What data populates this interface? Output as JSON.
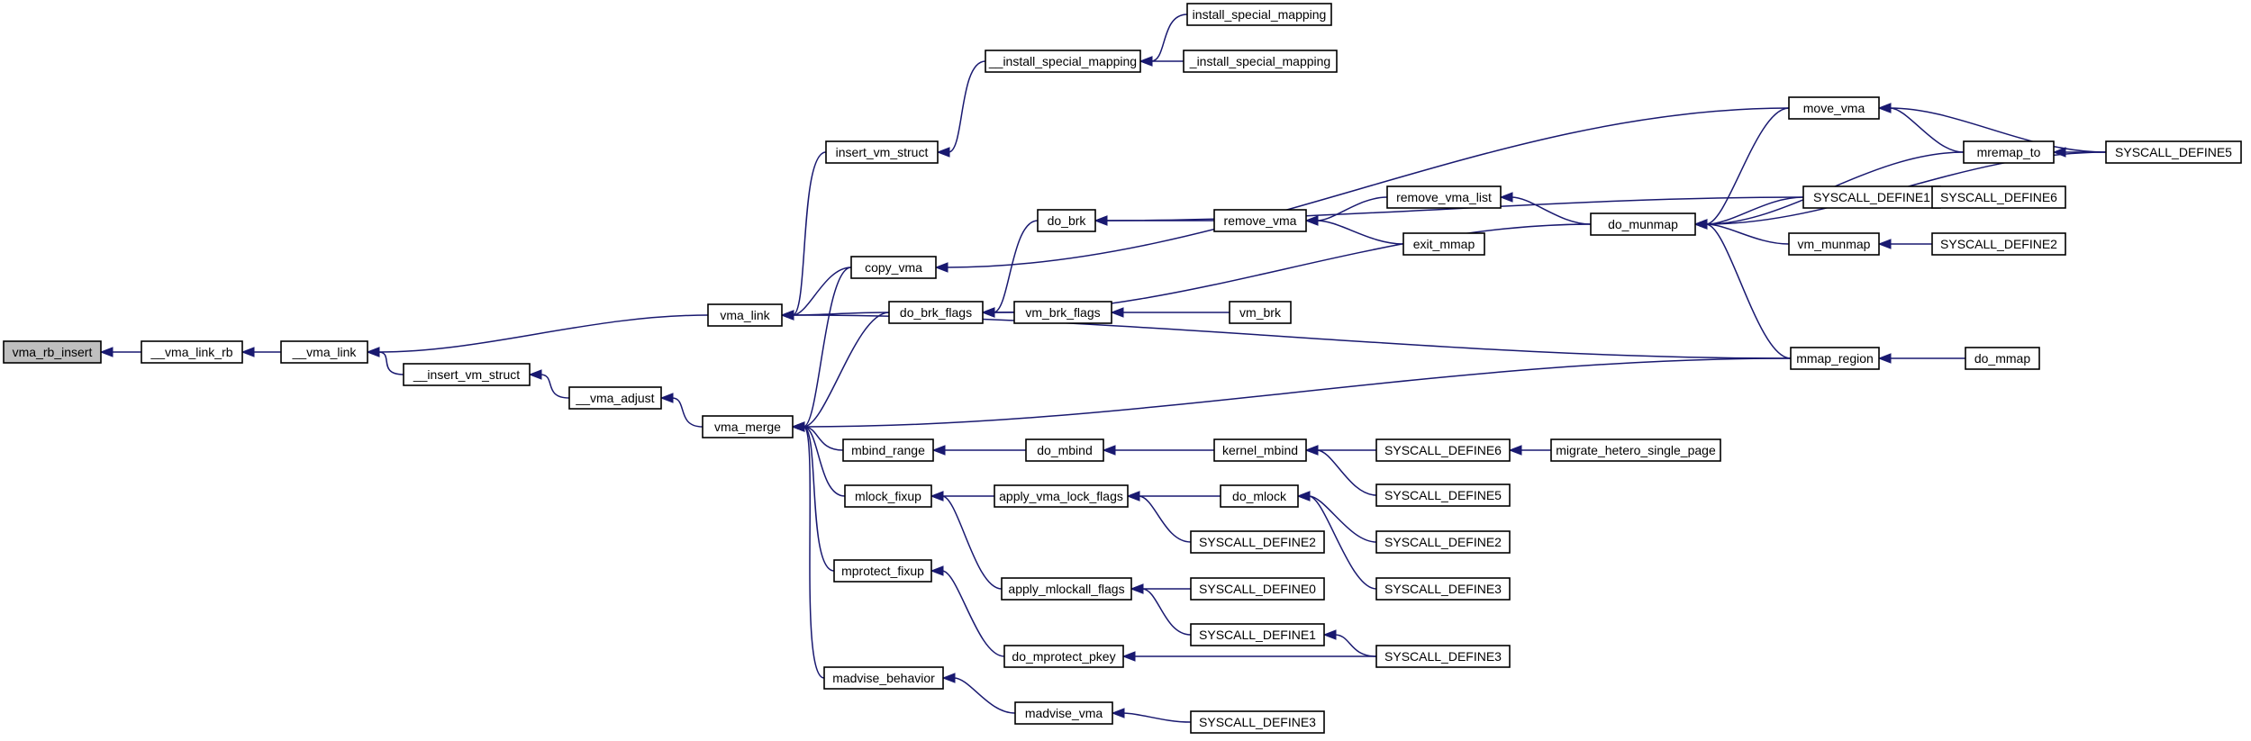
{
  "nodes": [
    {
      "id": "n0",
      "label": "vma_rb_insert",
      "root": true
    },
    {
      "id": "n1",
      "label": "__vma_link_rb"
    },
    {
      "id": "n2",
      "label": "__vma_link"
    },
    {
      "id": "n3",
      "label": "vma_link"
    },
    {
      "id": "n4",
      "label": "__insert_vm_struct"
    },
    {
      "id": "n5",
      "label": "__vma_adjust"
    },
    {
      "id": "n6",
      "label": "vma_merge"
    },
    {
      "id": "n7",
      "label": "insert_vm_struct"
    },
    {
      "id": "n8",
      "label": "copy_vma"
    },
    {
      "id": "n9",
      "label": "do_brk_flags"
    },
    {
      "id": "n10",
      "label": "mmap_region"
    },
    {
      "id": "n11",
      "label": "__install_special_mapping"
    },
    {
      "id": "n12",
      "label": "install_special_mapping"
    },
    {
      "id": "n13",
      "label": "_install_special_mapping"
    },
    {
      "id": "n14",
      "label": "move_vma"
    },
    {
      "id": "n15",
      "label": "mremap_to"
    },
    {
      "id": "n16",
      "label": "SYSCALL_DEFINE5"
    },
    {
      "id": "n17",
      "label": "do_brk"
    },
    {
      "id": "n18",
      "label": "SYSCALL_DEFINE1"
    },
    {
      "id": "n19",
      "label": "vm_brk_flags"
    },
    {
      "id": "n20",
      "label": "do_munmap"
    },
    {
      "id": "n21",
      "label": "vm_brk"
    },
    {
      "id": "n22",
      "label": "remove_vma"
    },
    {
      "id": "n23",
      "label": "remove_vma_list"
    },
    {
      "id": "n24",
      "label": "exit_mmap"
    },
    {
      "id": "n25",
      "label": "vm_munmap"
    },
    {
      "id": "n26",
      "label": "SYSCALL_DEFINE6"
    },
    {
      "id": "n27",
      "label": "SYSCALL_DEFINE2"
    },
    {
      "id": "n28",
      "label": "do_mmap"
    },
    {
      "id": "n29",
      "label": "mbind_range"
    },
    {
      "id": "n30",
      "label": "do_mbind"
    },
    {
      "id": "n31",
      "label": "kernel_mbind"
    },
    {
      "id": "n32",
      "label": "SYSCALL_DEFINE6"
    },
    {
      "id": "n33",
      "label": "migrate_hetero_single_page"
    },
    {
      "id": "n34",
      "label": "SYSCALL_DEFINE5"
    },
    {
      "id": "n35",
      "label": "mlock_fixup"
    },
    {
      "id": "n36",
      "label": "apply_vma_lock_flags"
    },
    {
      "id": "n37",
      "label": "do_mlock"
    },
    {
      "id": "n38",
      "label": "SYSCALL_DEFINE2"
    },
    {
      "id": "n39",
      "label": "SYSCALL_DEFINE2"
    },
    {
      "id": "n40",
      "label": "SYSCALL_DEFINE3"
    },
    {
      "id": "n41",
      "label": "mprotect_fixup"
    },
    {
      "id": "n42",
      "label": "apply_mlockall_flags"
    },
    {
      "id": "n43",
      "label": "SYSCALL_DEFINE0"
    },
    {
      "id": "n44",
      "label": "SYSCALL_DEFINE1"
    },
    {
      "id": "n45",
      "label": "do_mprotect_pkey"
    },
    {
      "id": "n46",
      "label": "SYSCALL_DEFINE3"
    },
    {
      "id": "n47",
      "label": "madvise_behavior"
    },
    {
      "id": "n48",
      "label": "madvise_vma"
    },
    {
      "id": "n49",
      "label": "SYSCALL_DEFINE3"
    }
  ],
  "edges": [
    {
      "from": "n1",
      "to": "n0"
    },
    {
      "from": "n2",
      "to": "n1"
    },
    {
      "from": "n3",
      "to": "n2"
    },
    {
      "from": "n4",
      "to": "n2"
    },
    {
      "from": "n5",
      "to": "n4"
    },
    {
      "from": "n6",
      "to": "n5"
    },
    {
      "from": "n7",
      "to": "n3"
    },
    {
      "from": "n8",
      "to": "n3"
    },
    {
      "from": "n9",
      "to": "n3"
    },
    {
      "from": "n10",
      "to": "n3"
    },
    {
      "from": "n11",
      "to": "n7"
    },
    {
      "from": "n12",
      "to": "n11"
    },
    {
      "from": "n13",
      "to": "n11"
    },
    {
      "from": "n14",
      "to": "n8"
    },
    {
      "from": "n15",
      "to": "n14"
    },
    {
      "from": "n16",
      "to": "n14"
    },
    {
      "from": "n16",
      "to": "n15"
    },
    {
      "from": "n17",
      "to": "n9"
    },
    {
      "from": "n18",
      "to": "n17"
    },
    {
      "from": "n19",
      "to": "n9"
    },
    {
      "from": "n20",
      "to": "n9"
    },
    {
      "from": "n21",
      "to": "n19"
    },
    {
      "from": "n22",
      "to": "n17"
    },
    {
      "from": "n23",
      "to": "n22"
    },
    {
      "from": "n24",
      "to": "n22"
    },
    {
      "from": "n20",
      "to": "n23"
    },
    {
      "from": "n14",
      "to": "n20"
    },
    {
      "from": "n15",
      "to": "n20"
    },
    {
      "from": "n18",
      "to": "n20"
    },
    {
      "from": "n25",
      "to": "n20"
    },
    {
      "from": "n16",
      "to": "n20"
    },
    {
      "from": "n10",
      "to": "n20"
    },
    {
      "from": "n26",
      "to": "n18"
    },
    {
      "from": "n27",
      "to": "n25"
    },
    {
      "from": "n28",
      "to": "n10"
    },
    {
      "from": "n8",
      "to": "n6"
    },
    {
      "from": "n9",
      "to": "n6"
    },
    {
      "from": "n10",
      "to": "n6"
    },
    {
      "from": "n29",
      "to": "n6"
    },
    {
      "from": "n35",
      "to": "n6"
    },
    {
      "from": "n41",
      "to": "n6"
    },
    {
      "from": "n47",
      "to": "n6"
    },
    {
      "from": "n30",
      "to": "n29"
    },
    {
      "from": "n31",
      "to": "n30"
    },
    {
      "from": "n32",
      "to": "n31"
    },
    {
      "from": "n34",
      "to": "n31"
    },
    {
      "from": "n33",
      "to": "n32"
    },
    {
      "from": "n36",
      "to": "n35"
    },
    {
      "from": "n42",
      "to": "n35"
    },
    {
      "from": "n37",
      "to": "n36"
    },
    {
      "from": "n38",
      "to": "n36"
    },
    {
      "from": "n39",
      "to": "n37"
    },
    {
      "from": "n40",
      "to": "n37"
    },
    {
      "from": "n43",
      "to": "n42"
    },
    {
      "from": "n44",
      "to": "n42"
    },
    {
      "from": "n45",
      "to": "n41"
    },
    {
      "from": "n46",
      "to": "n45"
    },
    {
      "from": "n46",
      "to": "n44"
    },
    {
      "from": "n48",
      "to": "n47"
    },
    {
      "from": "n49",
      "to": "n48"
    }
  ]
}
